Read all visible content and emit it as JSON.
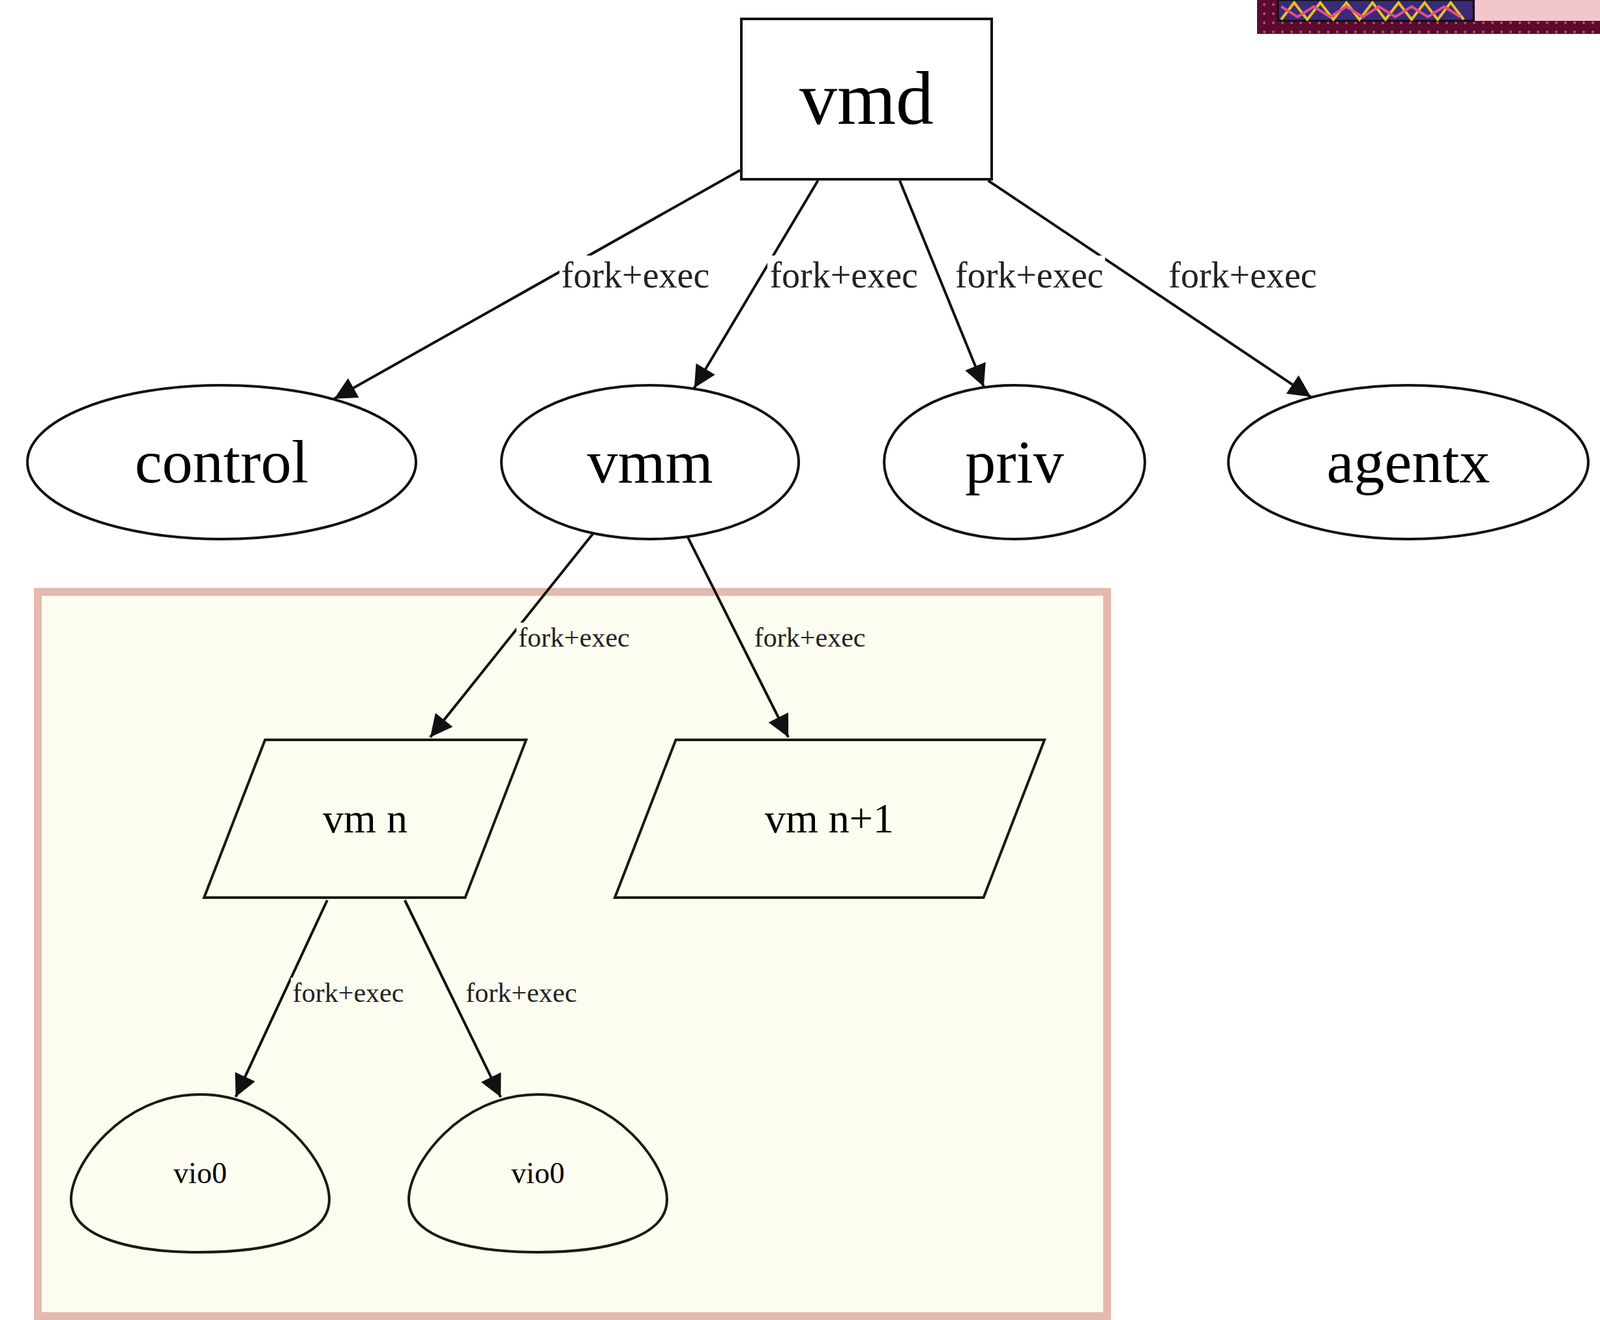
{
  "diagram": {
    "nodes": [
      {
        "text": [
          "vmd"
        ]
      },
      {
        "text": [
          "control"
        ]
      },
      {
        "text": [
          "vmm"
        ]
      },
      {
        "text": [
          "priv"
        ]
      },
      {
        "text": [
          "agentx"
        ]
      },
      {
        "text": [
          "vm n"
        ]
      },
      {
        "text": [
          "vm n+1"
        ]
      },
      {
        "text": [
          "vio0"
        ]
      },
      {
        "text": [
          "vio0"
        ]
      }
    ],
    "edges": [
      {
        "from": 0,
        "to": 1,
        "arrow": "to",
        "label": "fork+exec"
      },
      {
        "from": 0,
        "to": 2,
        "arrow": "to",
        "label": "fork+exec"
      },
      {
        "from": 0,
        "to": 3,
        "arrow": "to",
        "label": "fork+exec"
      },
      {
        "from": 0,
        "to": 4,
        "arrow": "to",
        "label": "fork+exec"
      },
      {
        "from": 2,
        "to": 5,
        "arrow": "to",
        "label": "fork+exec"
      },
      {
        "from": 2,
        "to": 6,
        "arrow": "to",
        "label": "fork+exec"
      },
      {
        "from": 5,
        "to": 7,
        "arrow": "to",
        "label": "fork+exec"
      },
      {
        "from": 5,
        "to": 8,
        "arrow": "to",
        "label": "fork+exec"
      }
    ]
  }
}
